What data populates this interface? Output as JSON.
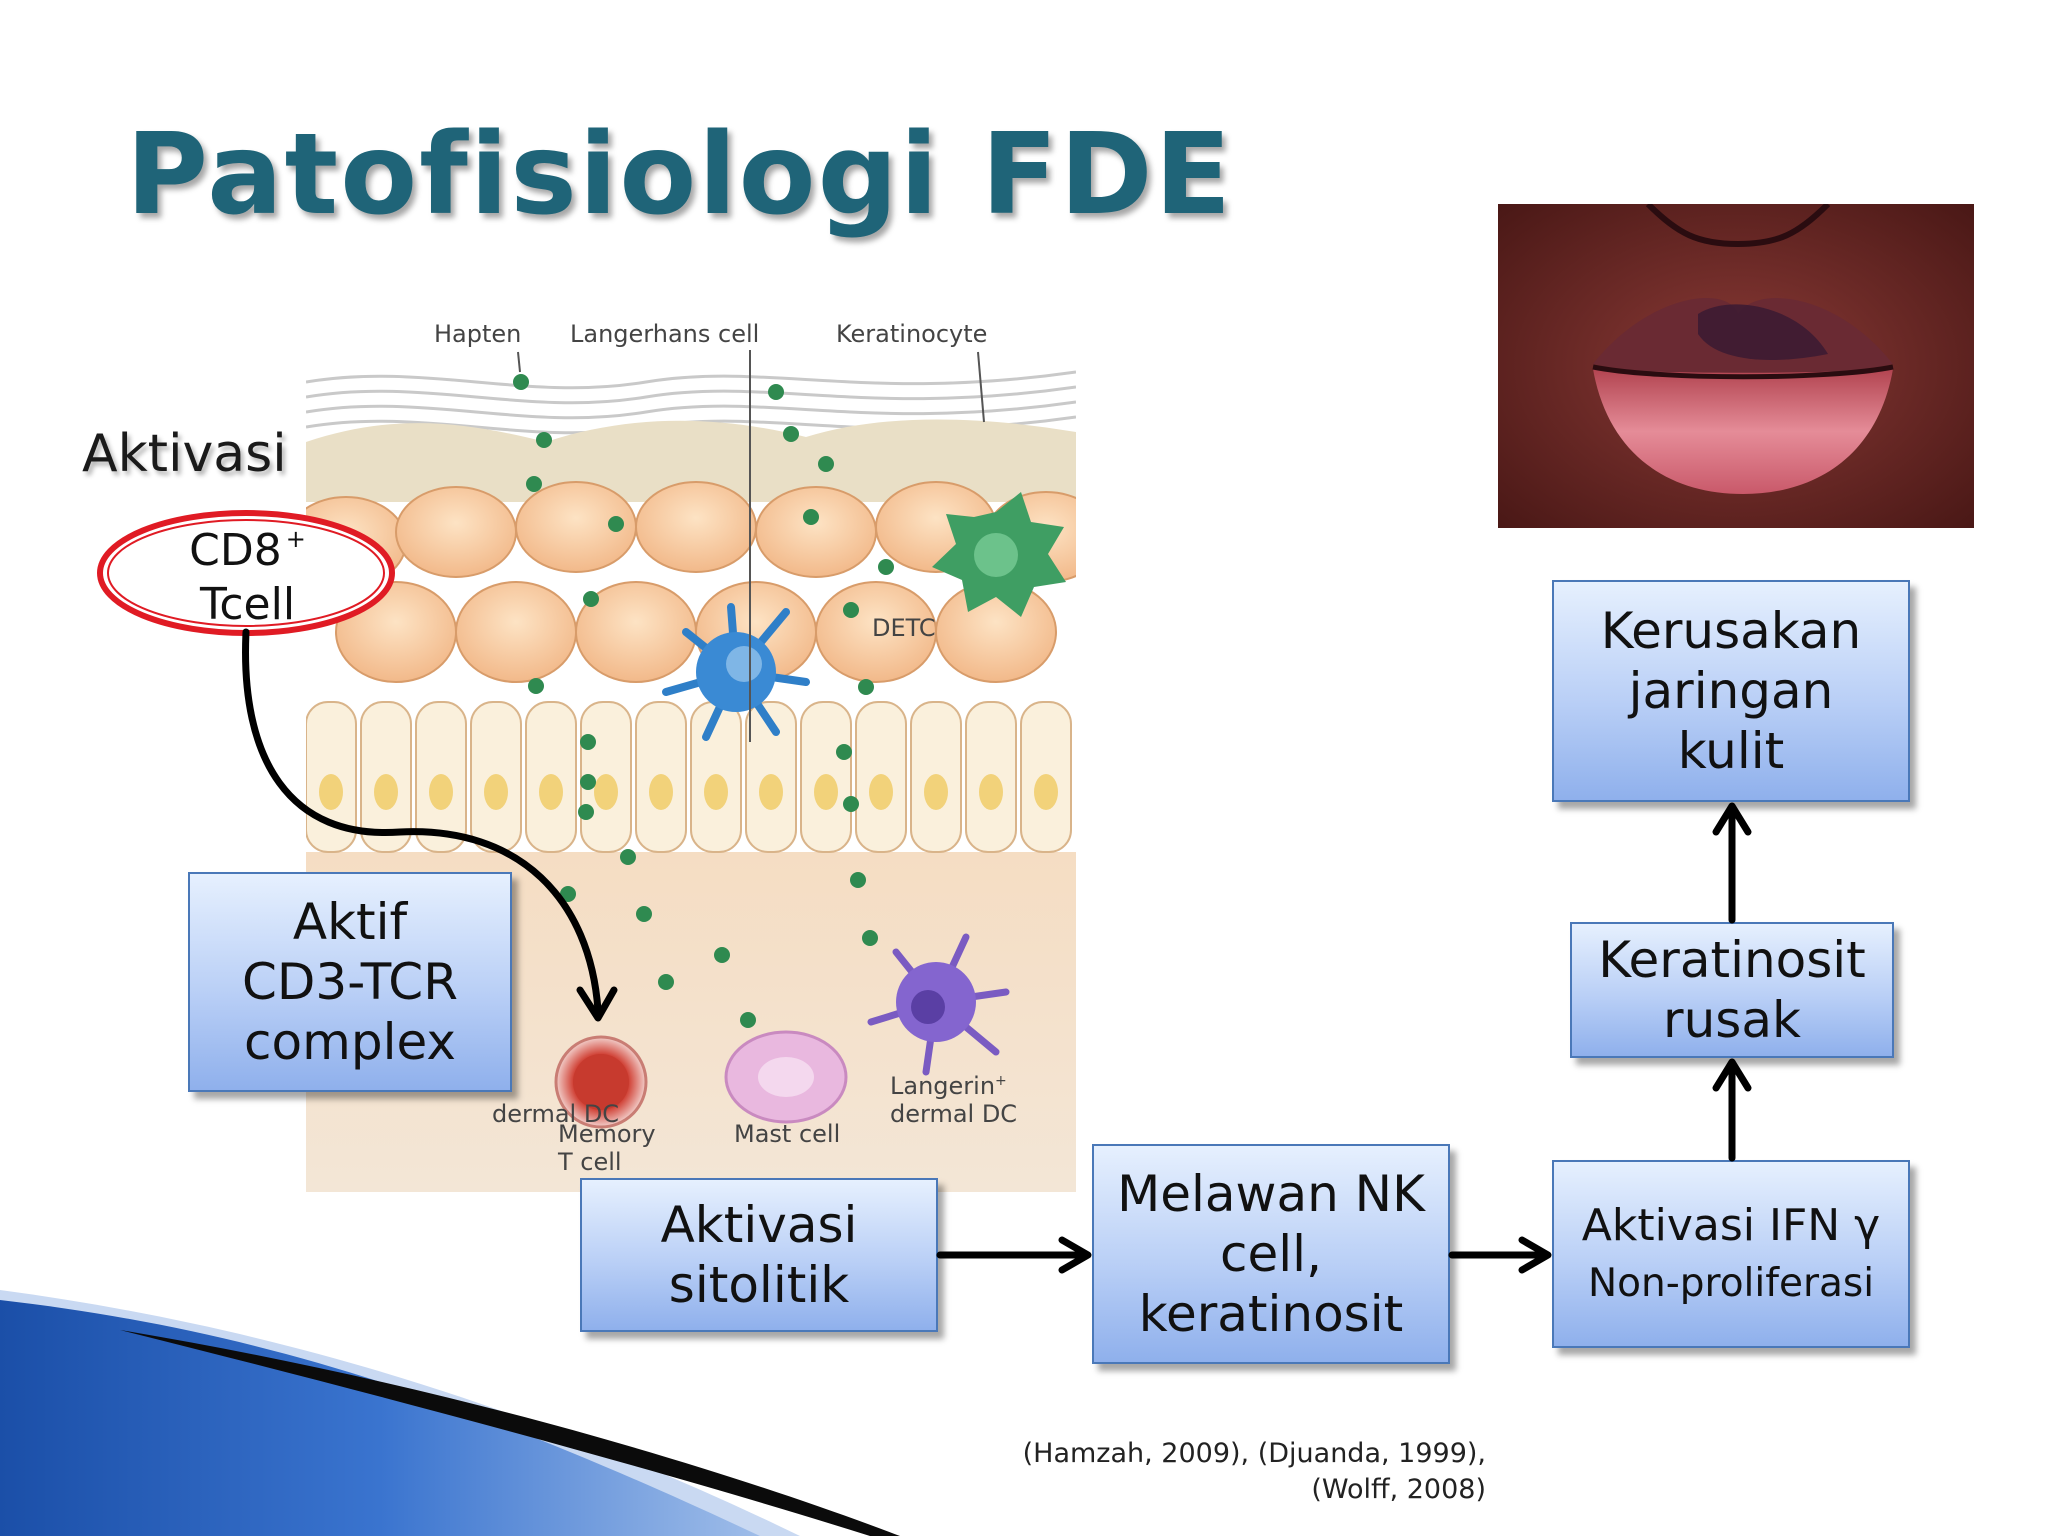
{
  "slide": {
    "title": "Patofisiologi FDE",
    "activation_label": "Aktivasi",
    "cd8_line1": "CD8",
    "cd8_sup": "+",
    "cd8_line2": "Tcell"
  },
  "illustration": {
    "labels": {
      "hapten": "Hapten",
      "langerhans": "Langerhans cell",
      "keratinocyte": "Keratinocyte",
      "detc": "DETC",
      "langerin_dc_1": "Langerin",
      "langerin_dc_sup": "+",
      "langerin_dc_2": "dermal DC",
      "dermal_dc_left": "dermal DC",
      "memory_1": "Memory",
      "memory_2": "T cell",
      "mast": "Mast cell"
    }
  },
  "boxes": {
    "aktif": [
      "Aktif",
      "CD3-TCR",
      "complex"
    ],
    "sitolitik": [
      "Aktivasi",
      "sitolitik"
    ],
    "melawan": [
      "Melawan NK",
      "cell,",
      "keratinosit"
    ],
    "ifn": [
      "Aktivasi IFN γ",
      "Non-proliferasi"
    ],
    "keratinosit_rusak": [
      "Keratinosit",
      "rusak"
    ],
    "kerusakan": [
      "Kerusakan",
      "jaringan",
      "kulit"
    ]
  },
  "citation": {
    "line1": "(Hamzah, 2009), (Djuanda, 1999),",
    "line2": "(Wolff, 2008)"
  },
  "colors": {
    "title": "#1f6478",
    "box_border": "#4a78b8",
    "box_fill_top": "#e6f0fe",
    "box_fill_bottom": "#8fb0ec",
    "ellipse": "#e01b24"
  }
}
